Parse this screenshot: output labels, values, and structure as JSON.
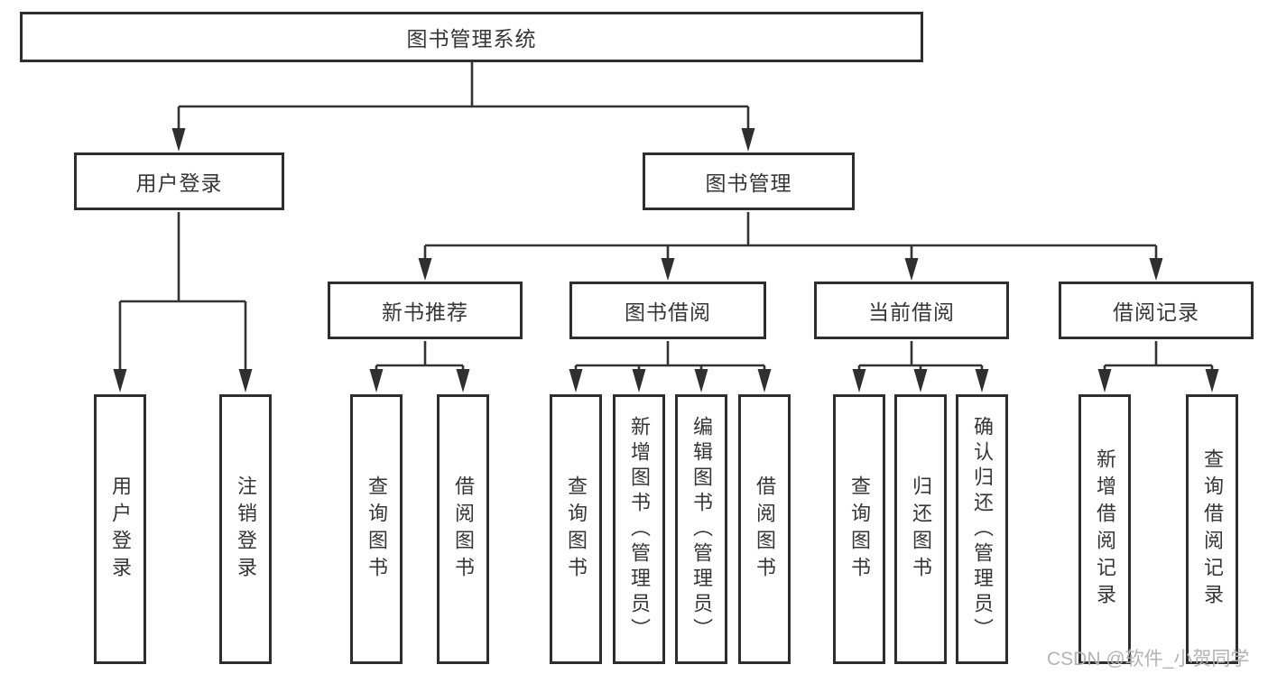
{
  "tree": {
    "label": "图书管理系统",
    "children": [
      {
        "label": "用户登录",
        "children": [
          {
            "label": "用户登录"
          },
          {
            "label": "注销登录"
          }
        ]
      },
      {
        "label": "图书管理",
        "children": [
          {
            "label": "新书推荐",
            "children": [
              {
                "label": "查询图书"
              },
              {
                "label": "借阅图书"
              }
            ]
          },
          {
            "label": "图书借阅",
            "children": [
              {
                "label": "查询图书"
              },
              {
                "label": "新增图书（管理员）"
              },
              {
                "label": "编辑图书（管理员）"
              },
              {
                "label": "借阅图书"
              }
            ]
          },
          {
            "label": "当前借阅",
            "children": [
              {
                "label": "查询图书"
              },
              {
                "label": "归还图书"
              },
              {
                "label": "确认归还（管理员）"
              }
            ]
          },
          {
            "label": "借阅记录",
            "children": [
              {
                "label": "新增借阅记录"
              },
              {
                "label": "查询借阅记录"
              }
            ]
          }
        ]
      }
    ]
  },
  "colors": {
    "line": "#333333",
    "border": "#2e2e2e",
    "text": "#363636",
    "background": "#ffffff",
    "watermark_text": "#b2b2b8"
  },
  "watermark": {
    "text": "CSDN @软件_小贺同学"
  }
}
